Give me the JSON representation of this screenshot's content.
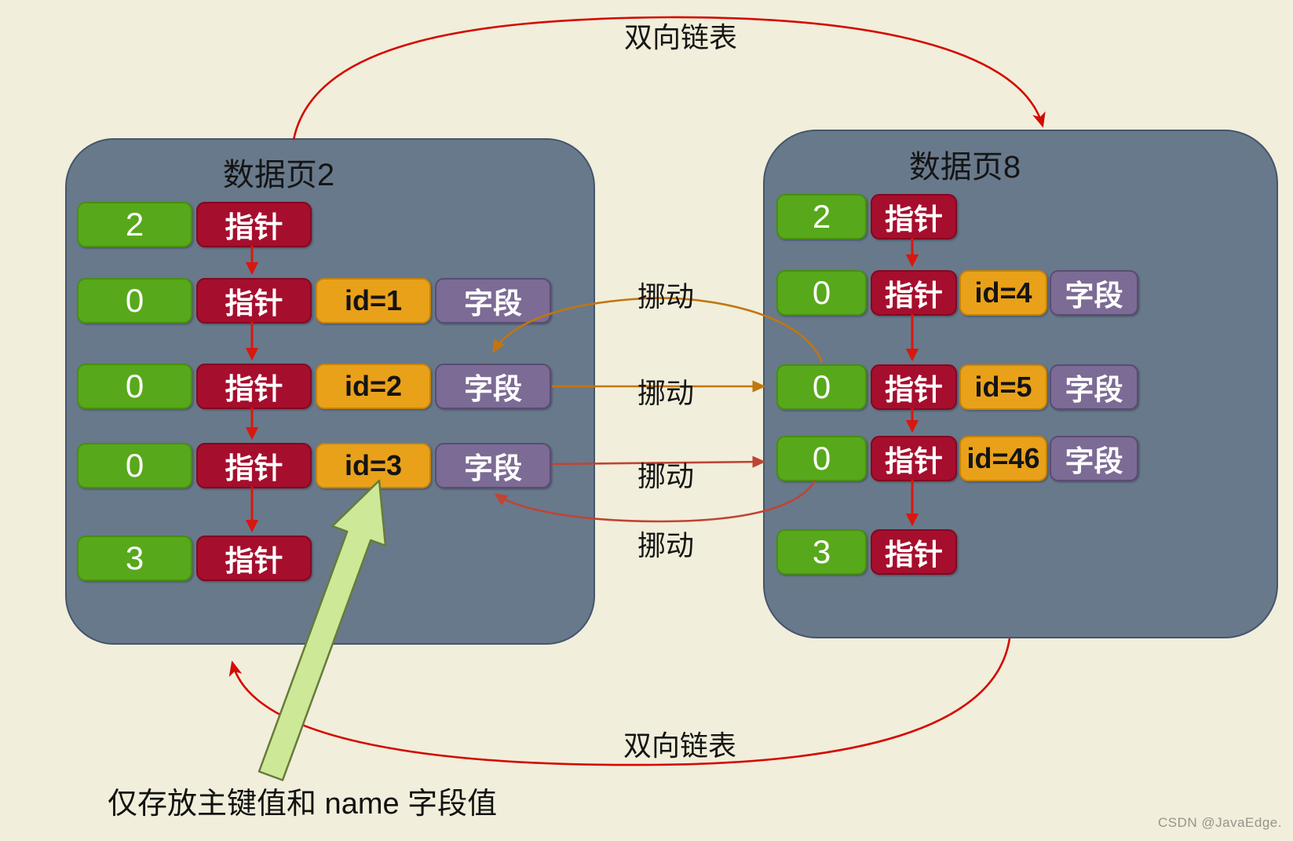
{
  "top_link_label": "双向链表",
  "bottom_link_label": "双向链表",
  "move_labels": [
    "挪动",
    "挪动",
    "挪动",
    "挪动"
  ],
  "caption": "仅存放主键值和 name 字段值",
  "watermark": "CSDN @JavaEdge.",
  "pages": [
    {
      "title": "数据页2",
      "rows": [
        {
          "slot": "2",
          "pointer": "指针"
        },
        {
          "slot": "0",
          "pointer": "指针",
          "key": "id=1",
          "field": "字段"
        },
        {
          "slot": "0",
          "pointer": "指针",
          "key": "id=2",
          "field": "字段"
        },
        {
          "slot": "0",
          "pointer": "指针",
          "key": "id=3",
          "field": "字段"
        },
        {
          "slot": "3",
          "pointer": "指针"
        }
      ]
    },
    {
      "title": "数据页8",
      "rows": [
        {
          "slot": "2",
          "pointer": "指针"
        },
        {
          "slot": "0",
          "pointer": "指针",
          "key": "id=4",
          "field": "字段"
        },
        {
          "slot": "0",
          "pointer": "指针",
          "key": "id=5",
          "field": "字段"
        },
        {
          "slot": "0",
          "pointer": "指针",
          "key": "id=46",
          "field": "字段"
        },
        {
          "slot": "3",
          "pointer": "指针"
        }
      ]
    }
  ],
  "colors": {
    "background": "#f1eedb",
    "page_box": "#68798b",
    "slot_green": "#58a81b",
    "pointer_crimson": "#a60e2d",
    "key_orange": "#e9a11a",
    "field_purple": "#7c6b95",
    "link_red": "#d30b01",
    "move_orange": "#c1760e",
    "move_brick": "#bf4434",
    "highlight_green": "#cde897"
  }
}
